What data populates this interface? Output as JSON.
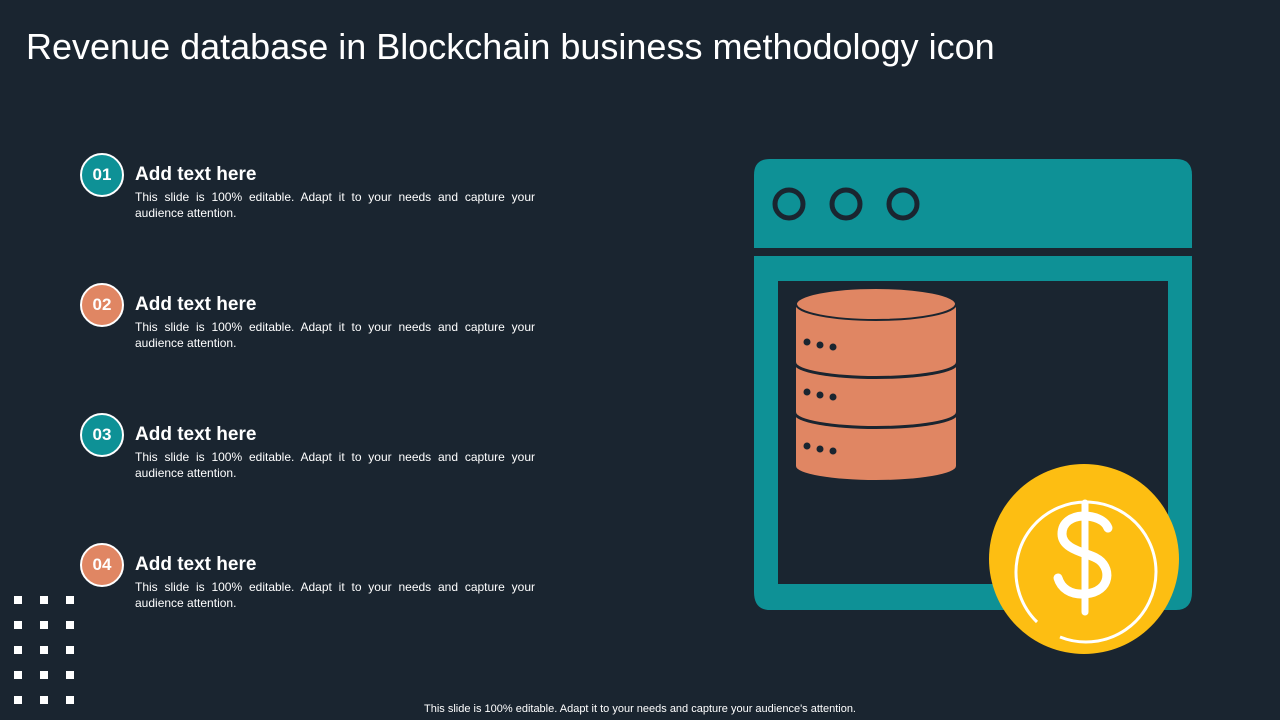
{
  "title": "Revenue database in Blockchain business methodology icon",
  "items": [
    {
      "number": "01",
      "heading": "Add text here",
      "description": "This slide is 100% editable. Adapt it to your  needs and capture your audience attention."
    },
    {
      "number": "02",
      "heading": "Add text here",
      "description": "This slide is 100% editable. Adapt it to your  needs and capture your audience attention."
    },
    {
      "number": "03",
      "heading": "Add text here",
      "description": "This slide is 100% editable. Adapt it to your  needs and capture your audience attention."
    },
    {
      "number": "04",
      "heading": "Add text here",
      "description": "This slide is 100% editable. Adapt it to your  needs and capture your audience attention."
    }
  ],
  "footer": "This slide is 100% editable. Adapt it to your needs and capture your audience's attention.",
  "colors": {
    "background": "#1a2530",
    "teal": "#0e9196",
    "coral": "#e08663",
    "gold": "#fdbe12"
  },
  "illustration": {
    "icons": [
      "browser-window-icon",
      "database-icon",
      "dollar-coin-icon"
    ]
  }
}
